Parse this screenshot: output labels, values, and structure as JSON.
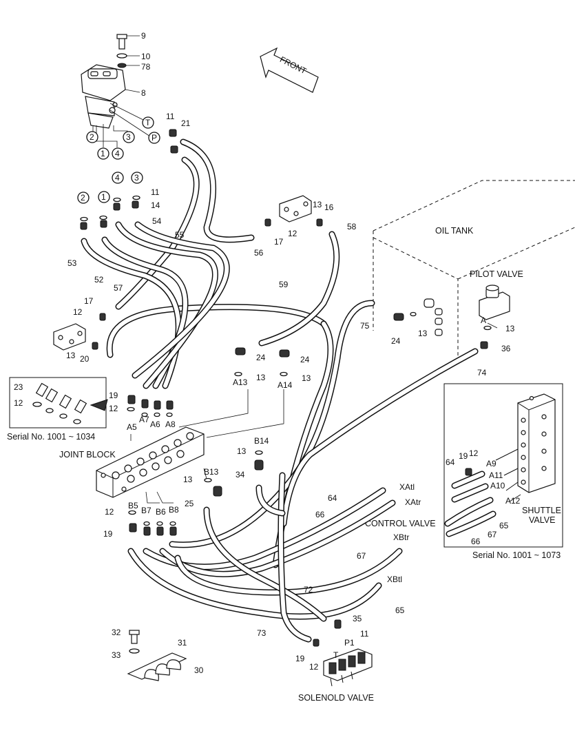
{
  "title_labels": {
    "front": "FRONT",
    "oil_tank": "OIL TANK",
    "pilot_valve": "PILOT VALVE",
    "joint_block": "JOINT BLOCK",
    "control_valve": "CONTROL VALVE",
    "shuttle_valve": "SHUTTLE",
    "shuttle_valve_2": "VALVE",
    "solenoid_valve": "SOLENOLD VALVE",
    "serial_left": "Serial No. 1001 ~ 1034",
    "serial_right": "Serial No. 1001 ~ 1073"
  },
  "circled": [
    "T",
    "P",
    "1",
    "2",
    "3",
    "4"
  ],
  "part_numbers": [
    "9",
    "10",
    "78",
    "8",
    "11",
    "21",
    "T",
    "P",
    "2",
    "3",
    "1",
    "4",
    "4",
    "3",
    "2",
    "1",
    "11",
    "14",
    "54",
    "55",
    "53",
    "52",
    "57",
    "13",
    "16",
    "12",
    "17",
    "58",
    "56",
    "59",
    "OIL TANK",
    "17",
    "12",
    "13",
    "20",
    "75",
    "24",
    "13",
    "A",
    "13",
    "36",
    "24",
    "13",
    "A13",
    "24",
    "13",
    "A14",
    "74",
    "23",
    "12",
    "19",
    "12",
    "A5",
    "A7",
    "A6",
    "A8",
    "B14",
    "13",
    "13",
    "B13",
    "34",
    "25",
    "12",
    "B5",
    "B7",
    "B6",
    "B8",
    "19",
    "64",
    "19",
    "12",
    "A9",
    "A11",
    "A10",
    "A12",
    "66",
    "67",
    "65",
    "XAtl",
    "XAtr",
    "64",
    "66",
    "67",
    "XBtr",
    "XBtl",
    "65",
    "72",
    "35",
    "11",
    "P1",
    "T",
    "73",
    "19",
    "12",
    "32",
    "31",
    "33",
    "30"
  ]
}
